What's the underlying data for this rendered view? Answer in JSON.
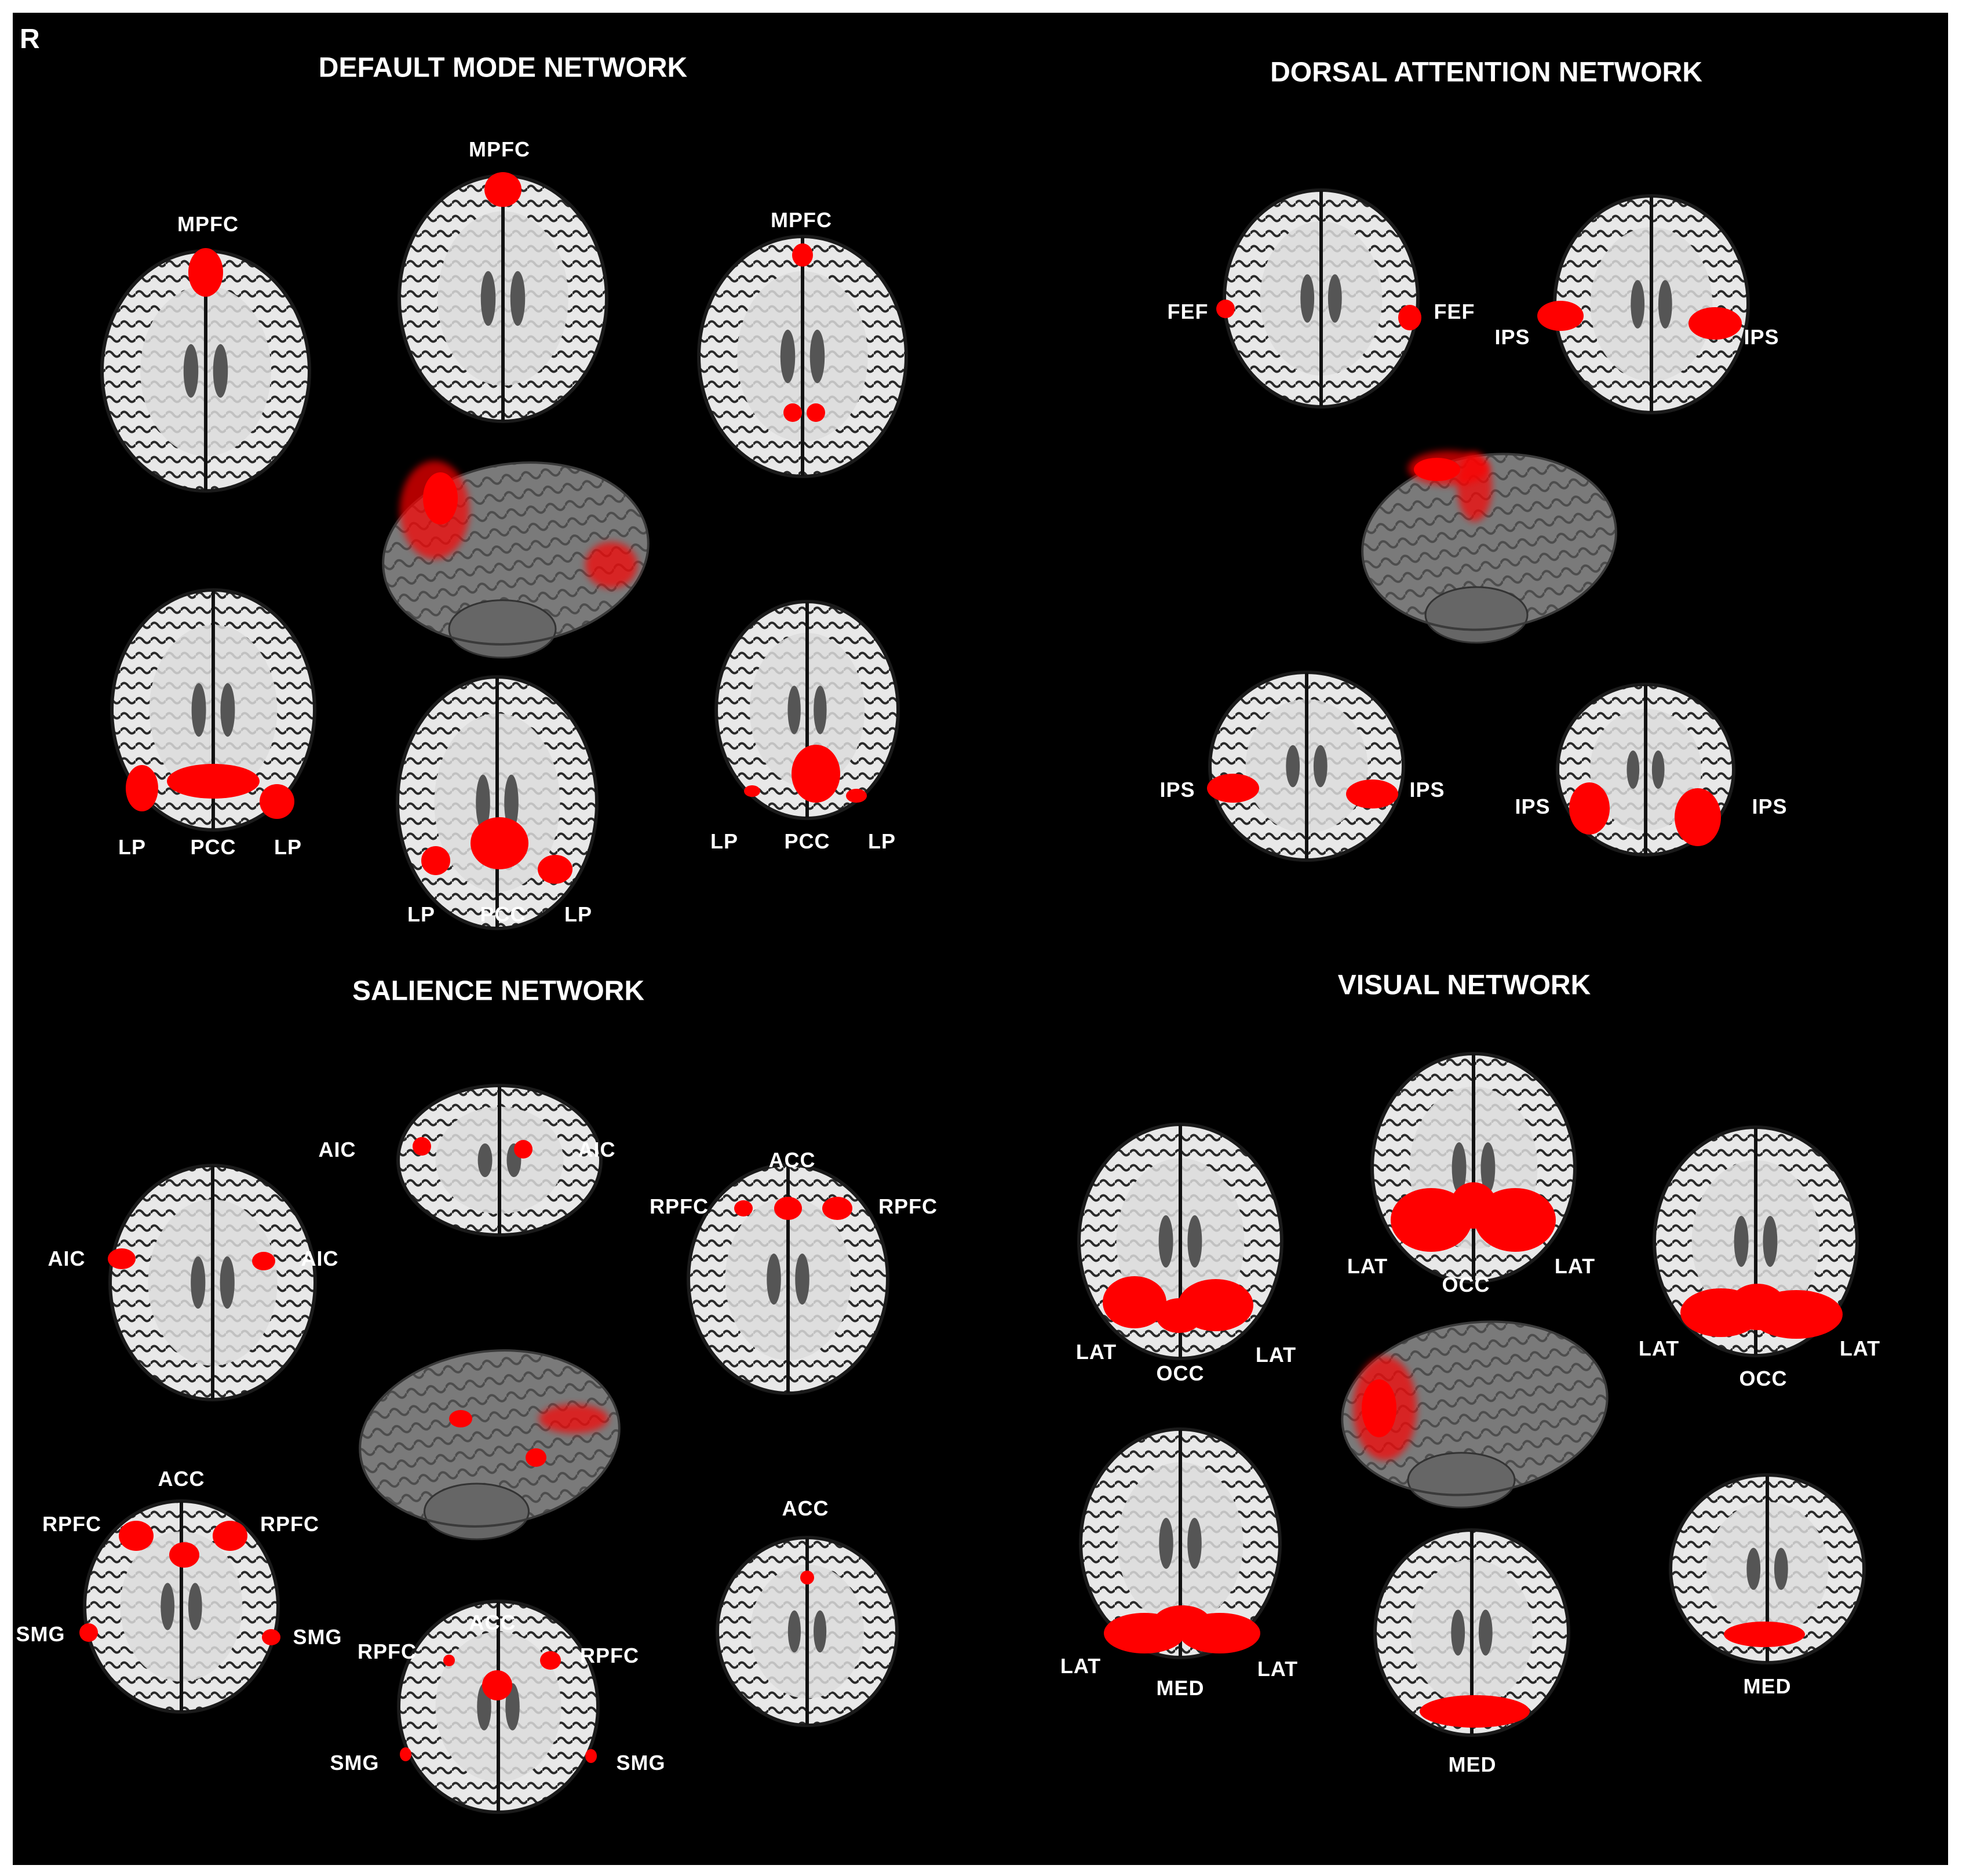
{
  "orientation_label": "R",
  "colors": {
    "background": "#000000",
    "activation": "#ff0000",
    "white_matter": "#e8e8e8",
    "gray_matter": "#6a6a6a",
    "surface": "#7a7a7a"
  },
  "networks": [
    {
      "title": "DEFAULT MODE NETWORK",
      "slices": [
        {
          "labels": [
            "MPFC"
          ]
        },
        {
          "labels": [
            "MPFC"
          ]
        },
        {
          "labels": [
            "MPFC"
          ]
        },
        {
          "labels": [
            "LP",
            "PCC",
            "LP"
          ]
        },
        {
          "labels": [
            "LP",
            "PCC",
            "LP"
          ]
        },
        {
          "labels": [
            "LP",
            "PCC",
            "LP"
          ]
        }
      ]
    },
    {
      "title": "DORSAL ATTENTION NETWORK",
      "slices": [
        {
          "labels": [
            "FEF",
            "FEF"
          ]
        },
        {
          "labels": [
            "IPS",
            "IPS"
          ]
        },
        {
          "labels": [
            "IPS",
            "IPS"
          ]
        },
        {
          "labels": [
            "IPS",
            "IPS"
          ]
        }
      ]
    },
    {
      "title": "SALIENCE NETWORK",
      "slices": [
        {
          "labels": [
            "AIC",
            "AIC"
          ]
        },
        {
          "labels": [
            "AIC",
            "AIC"
          ]
        },
        {
          "labels": [
            "ACC",
            "RPFC",
            "RPFC"
          ]
        },
        {
          "labels": [
            "ACC",
            "RPFC",
            "RPFC",
            "SMG",
            "SMG"
          ]
        },
        {
          "labels": [
            "ACC",
            "RPFC",
            "RPFC",
            "SMG",
            "SMG"
          ]
        },
        {
          "labels": [
            "ACC"
          ]
        }
      ]
    },
    {
      "title": "VISUAL NETWORK",
      "slices": [
        {
          "labels": [
            "LAT",
            "OCC",
            "LAT"
          ]
        },
        {
          "labels": [
            "LAT",
            "OCC",
            "LAT"
          ]
        },
        {
          "labels": [
            "LAT",
            "OCC",
            "LAT"
          ]
        },
        {
          "labels": [
            "LAT",
            "MED",
            "LAT"
          ]
        },
        {
          "labels": [
            "MED"
          ]
        },
        {
          "labels": [
            "MED"
          ]
        }
      ]
    }
  ]
}
